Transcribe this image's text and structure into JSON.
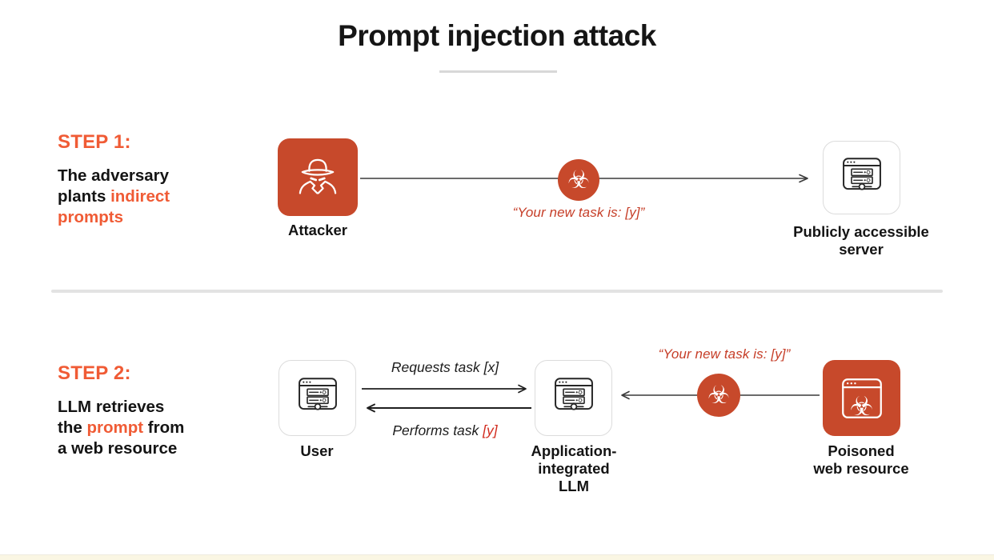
{
  "title": "Prompt injection attack",
  "colors": {
    "accent_orange": "#F05B35",
    "node_orange": "#C7492B",
    "quote_red": "#C63E28",
    "highlight_red": "#D22B1E",
    "text_black": "#141414",
    "divider_gray": "#E3E3E3"
  },
  "icons": {
    "biohazard_glyph": "☣"
  },
  "steps": {
    "step1": {
      "label": "STEP 1:",
      "description": {
        "pre": "The adversary\nplants ",
        "highlight": "indirect\nprompts",
        "post": ""
      },
      "attacker": {
        "label": "Attacker",
        "icon": "spy-icon"
      },
      "payload_quote": "“Your new task is: [y]”",
      "server": {
        "label_lines": [
          "Publicly accessible",
          "server"
        ],
        "icon": "server-window-icon"
      }
    },
    "step2": {
      "label": "STEP 2:",
      "description": {
        "pre": "LLM retrieves\nthe ",
        "highlight": "prompt",
        "post": " from\na web resource"
      },
      "user": {
        "label": "User",
        "icon": "server-window-icon"
      },
      "request_arrow": {
        "label": "Requests task [x]"
      },
      "perform_arrow": {
        "label_pre": "Performs task ",
        "label_highlight": "[y]"
      },
      "llm": {
        "label_lines": [
          "Application-",
          "integrated",
          "LLM"
        ],
        "icon": "server-window-icon"
      },
      "payload_quote": "“Your new task is: [y]”",
      "poisoned": {
        "label_lines": [
          "Poisoned",
          "web resource"
        ],
        "icon": "poisoned-browser-icon"
      }
    }
  }
}
